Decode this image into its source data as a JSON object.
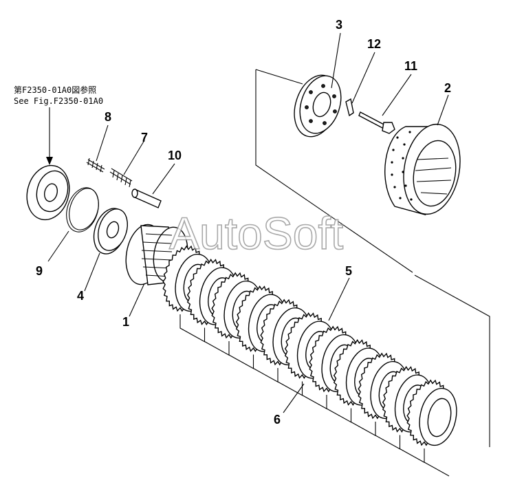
{
  "reference_note": {
    "line1": "第F2350-01A0図参照",
    "line2": "See Fig.F2350-01A0"
  },
  "watermark": "AutoSoft",
  "callouts": [
    {
      "id": "c1",
      "text": "1"
    },
    {
      "id": "c2",
      "text": "2"
    },
    {
      "id": "c3",
      "text": "3"
    },
    {
      "id": "c4",
      "text": "4"
    },
    {
      "id": "c5",
      "text": "5"
    },
    {
      "id": "c6",
      "text": "6"
    },
    {
      "id": "c7",
      "text": "7"
    },
    {
      "id": "c8",
      "text": "8"
    },
    {
      "id": "c9",
      "text": "9"
    },
    {
      "id": "c10",
      "text": "10"
    },
    {
      "id": "c11",
      "text": "11"
    },
    {
      "id": "c12",
      "text": "12"
    }
  ],
  "colors": {
    "ink": "#000000",
    "background": "#ffffff",
    "watermark": "#9a9a9a"
  }
}
